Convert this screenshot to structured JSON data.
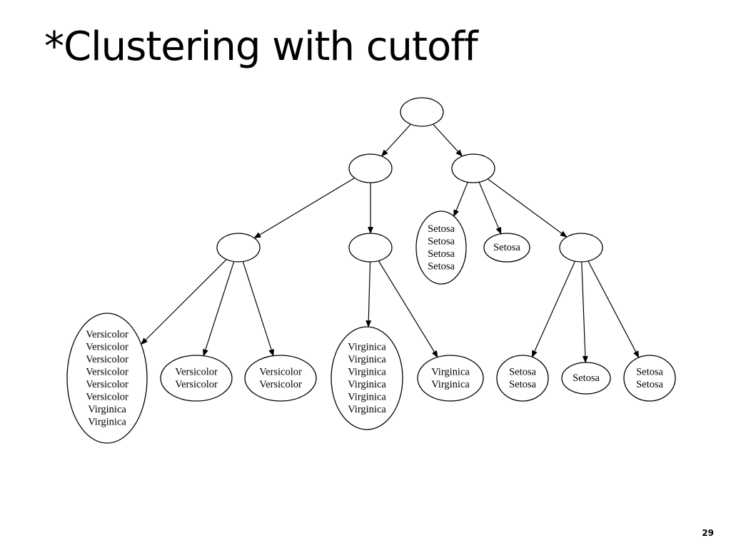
{
  "slide": {
    "title": "*Clustering with cutoff",
    "page_number": "29"
  },
  "tree": {
    "nodes": {
      "root": [],
      "internal_left": [],
      "internal_right": [],
      "internal_ll": [],
      "internal_lm": [],
      "internal_rr": [],
      "leaf_setosa_4": [
        "Setosa",
        "Setosa",
        "Setosa",
        "Setosa"
      ],
      "leaf_setosa_1a": [
        "Setosa"
      ],
      "leaf_mixed_8": [
        "Versicolor",
        "Versicolor",
        "Versicolor",
        "Versicolor",
        "Versicolor",
        "Versicolor",
        "Virginica",
        "Virginica"
      ],
      "leaf_versicolor_2a": [
        "Versicolor",
        "Versicolor"
      ],
      "leaf_versicolor_2b": [
        "Versicolor",
        "Versicolor"
      ],
      "leaf_virginica_6": [
        "Virginica",
        "Virginica",
        "Virginica",
        "Virginica",
        "Virginica",
        "Virginica"
      ],
      "leaf_virginica_2": [
        "Virginica",
        "Virginica"
      ],
      "leaf_setosa_2a": [
        "Setosa",
        "Setosa"
      ],
      "leaf_setosa_1b": [
        "Setosa"
      ],
      "leaf_setosa_2b": [
        "Setosa",
        "Setosa"
      ]
    }
  }
}
